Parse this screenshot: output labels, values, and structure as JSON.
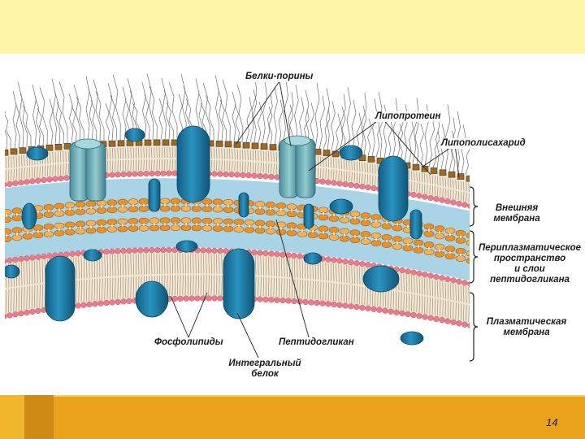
{
  "labels": {
    "porins": "Белки-порины",
    "lipoprotein": "Липопротеин",
    "lps": "Липополисахарид",
    "outer_membrane_1": "Внешняя",
    "outer_membrane_2": "мембрана",
    "periplasm_1": "Периплазматическое",
    "periplasm_2": "пространство",
    "periplasm_3": "и слои",
    "periplasm_4": "пептидогликана",
    "plasma_membrane_1": "Плазматическая",
    "plasma_membrane_2": "мембрана",
    "phospholipids": "Фосфолипиды",
    "peptidoglycan": "Пептидогликан",
    "integral_1": "Интегральный",
    "integral_2": "белок"
  },
  "slide": {
    "page_number": "14"
  },
  "colors": {
    "top_band": "#fcf6a6",
    "bottom_band": "#e8a31a",
    "protein": "#1a7ea8",
    "porin": "#6fb3bd",
    "head_pink": "#e87c8d",
    "lps_core": "#9a6a28",
    "periplasm": "#a8d4e6",
    "peptidoglycan": "#e8932a"
  }
}
